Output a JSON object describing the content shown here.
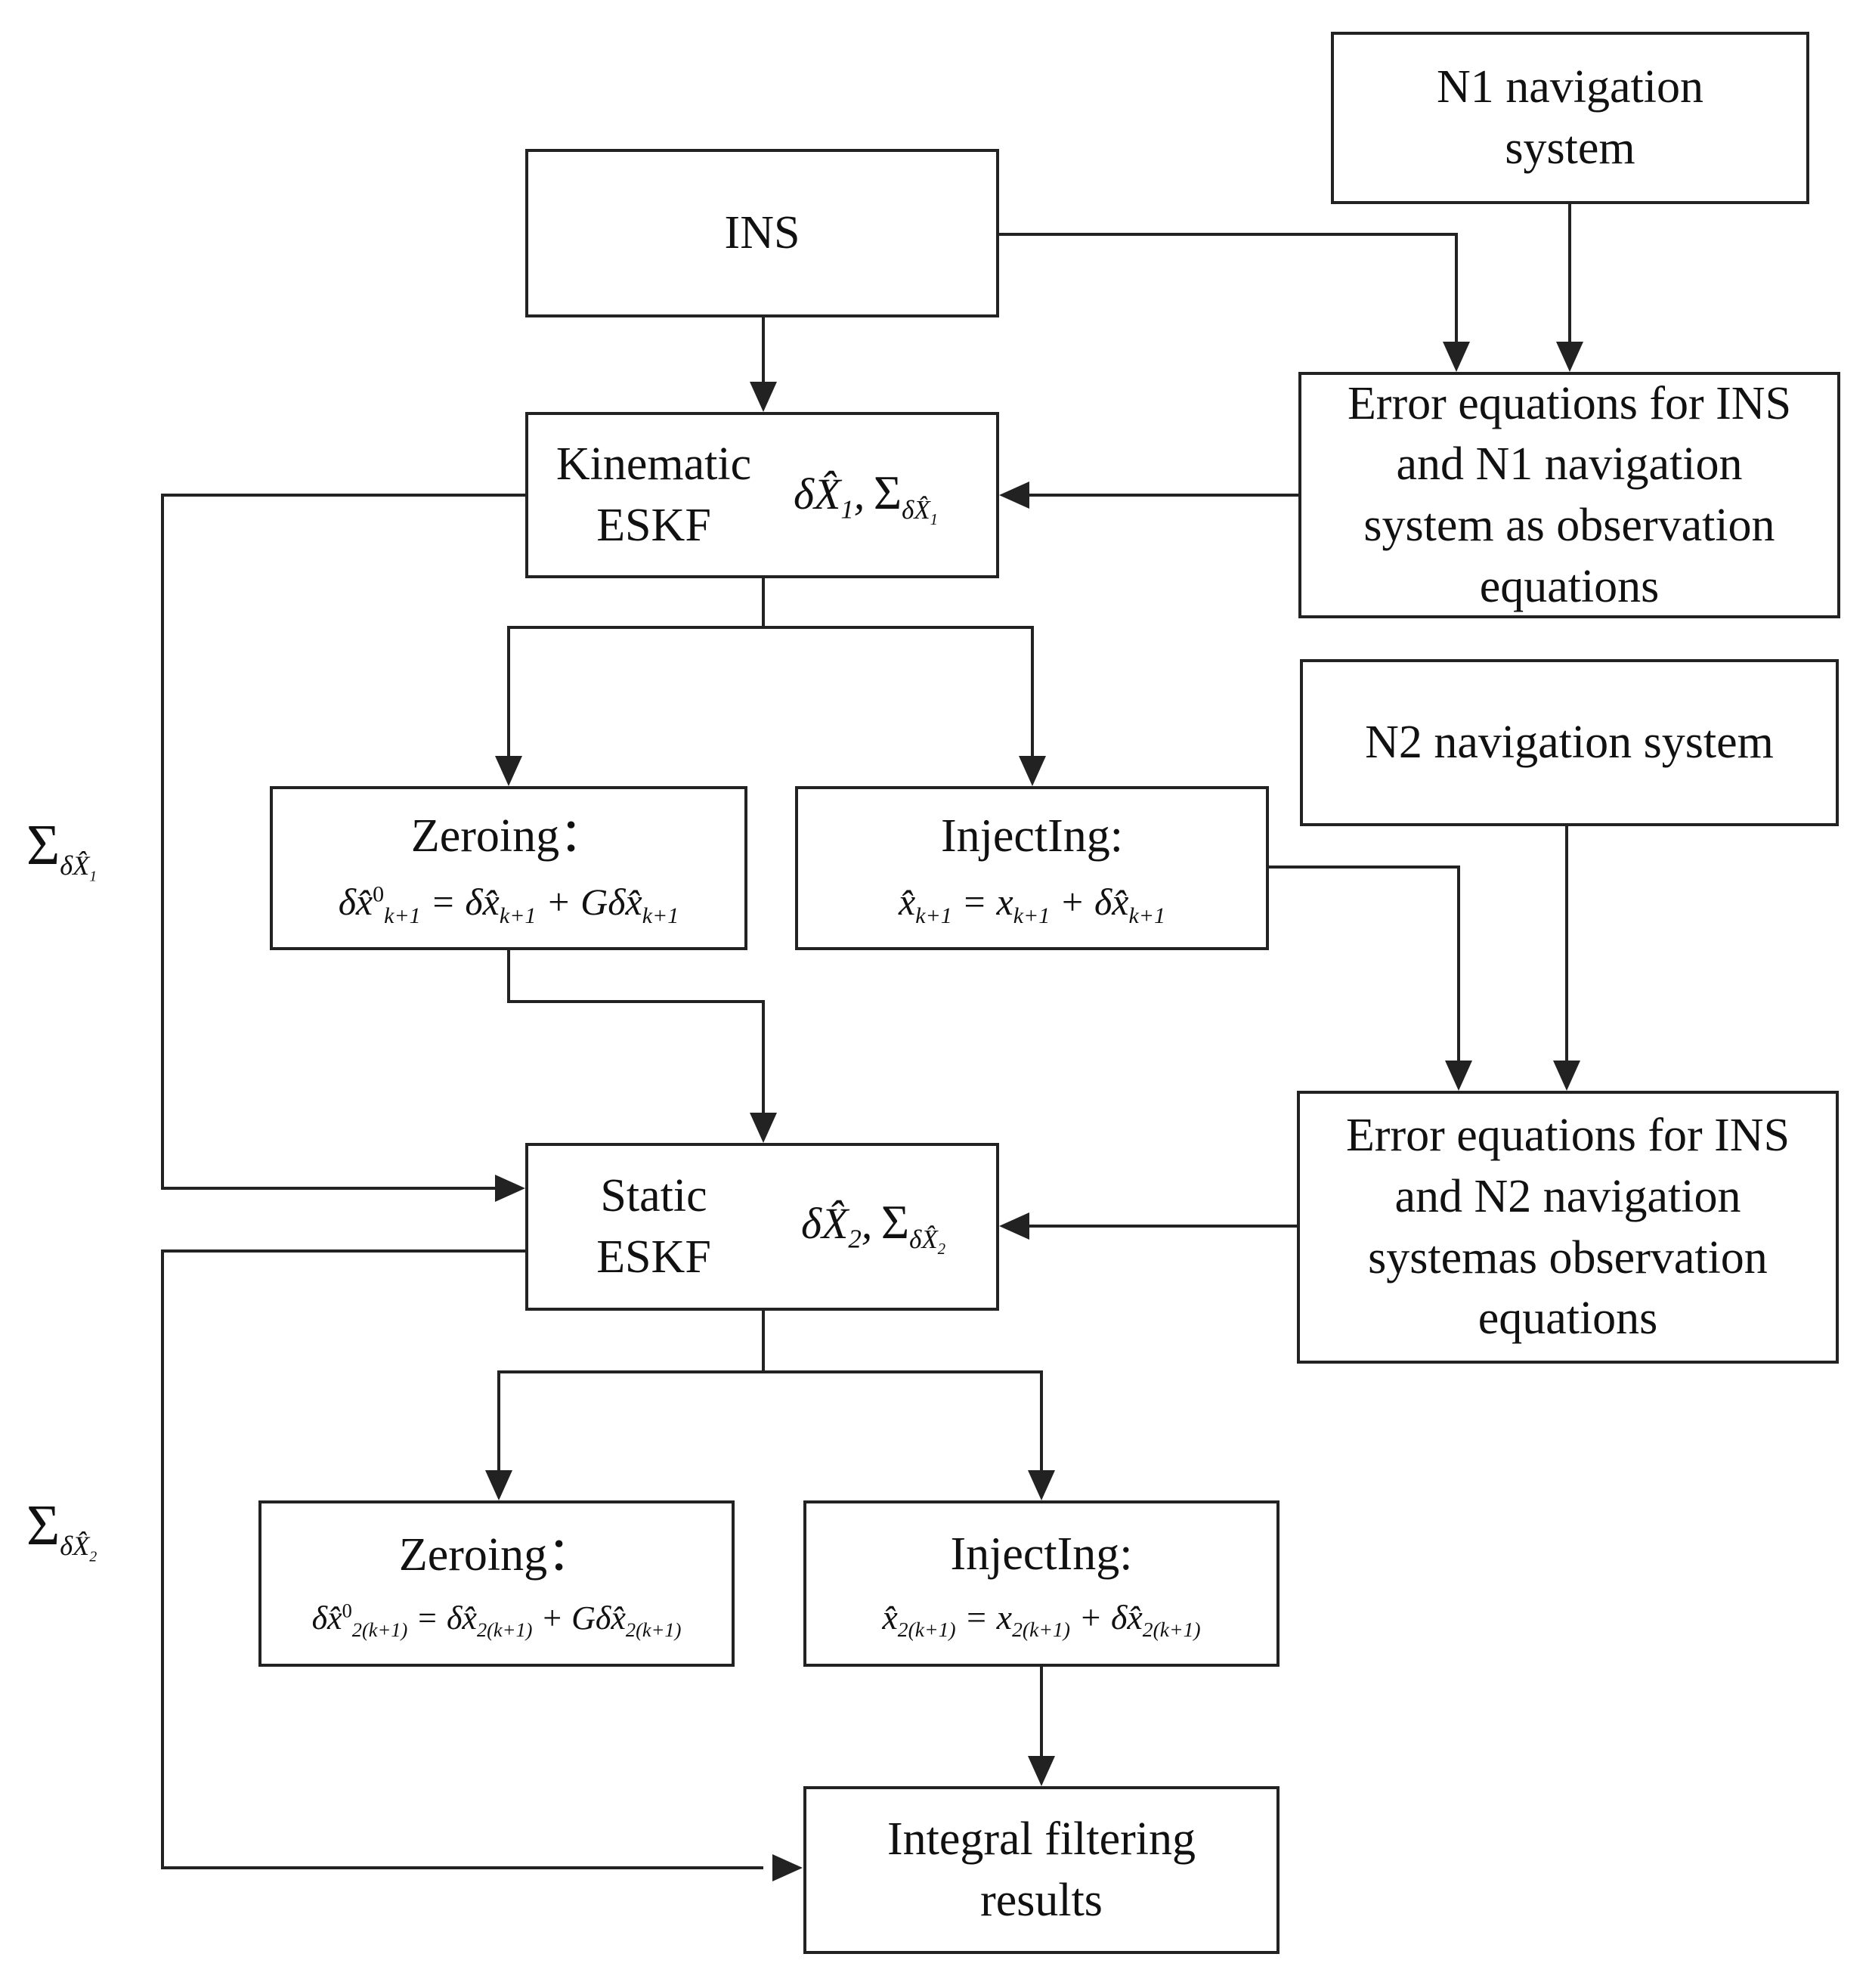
{
  "boxes": {
    "n1_system": [
      "N1 navigation",
      "system"
    ],
    "ins": [
      "INS"
    ],
    "error_eq_n1": [
      "Error equations for INS",
      "and N1 navigation",
      "system as observation",
      "equations"
    ],
    "kinematic_eskf": [
      "Kinematic",
      "ESKF"
    ],
    "n2_system": [
      "N2 navigation system"
    ],
    "zeroing_1": {
      "title": "Zeroing：",
      "formula": "δx̂⁰ₖ₊₁ = δx̂ₖ₊₁ + Gδx̂ₖ₊₁"
    },
    "injecting_1": {
      "title": "InjectIng:",
      "formula": "x̂ₖ₊₁ = xₖ₊₁ + δx̂ₖ₊₁"
    },
    "static_eskf": [
      "Static",
      "ESKF"
    ],
    "error_eq_n2": [
      "Error equations for INS",
      "and N2 navigation",
      "systemas observation",
      "equations"
    ],
    "zeroing_2": {
      "title": "Zeroing：",
      "formula": "δx̂⁰₂₍ₖ₊₁₎ = δx̂₂₍ₖ₊₁₎ + Gδx̂₂₍ₖ₊₁₎"
    },
    "injecting_2": {
      "title": "InjectIng:",
      "formula": "x̂₂₍ₖ₊₁₎ = x₂₍ₖ₊₁₎ + δx̂₂₍ₖ₊₁₎"
    },
    "integral_results": [
      "Integral filtering",
      "results"
    ]
  },
  "symbols": {
    "kinematic_output": "δX̂₁, Σ_δX̂₁",
    "static_output": "δX̂₂, Σ_δX̂₂",
    "sigma_1": "Σ_δX̂₁",
    "sigma_2": "Σ_δX̂₂"
  }
}
